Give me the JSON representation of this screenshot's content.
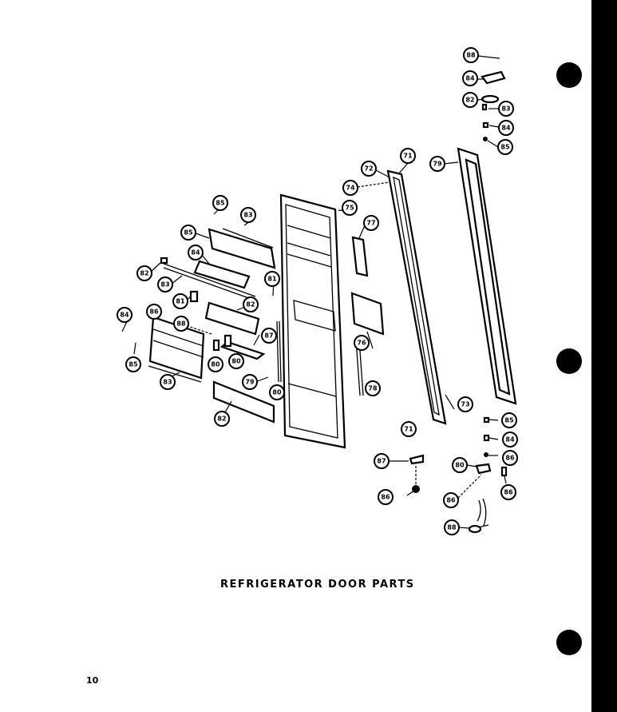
{
  "caption": "REFRIGERATOR DOOR PARTS",
  "page_number": "10",
  "callouts": [
    "88",
    "84",
    "82",
    "83",
    "84",
    "85",
    "79",
    "72",
    "71",
    "74",
    "75",
    "76",
    "77",
    "85",
    "83",
    "85",
    "84",
    "82",
    "83",
    "81",
    "81",
    "82",
    "84",
    "85",
    "86",
    "88",
    "87",
    "80",
    "80",
    "79",
    "83",
    "82",
    "80",
    "78",
    "73",
    "71",
    "85",
    "84",
    "86",
    "87",
    "86",
    "80",
    "86",
    "86"
  ]
}
